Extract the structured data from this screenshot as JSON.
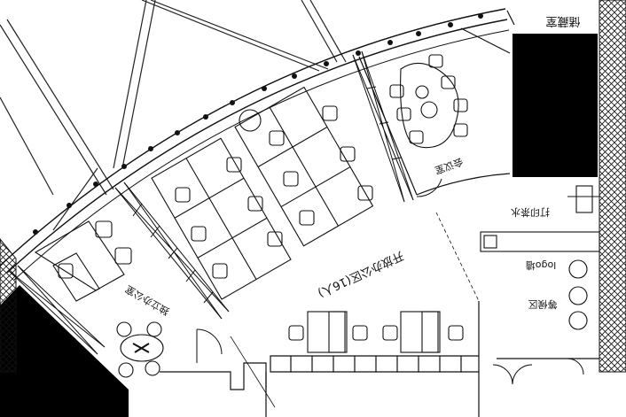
{
  "rooms": {
    "storage": "储藏室",
    "meeting": "会议室",
    "open_office": "开放办公区(16人)",
    "manager": "独立办公室",
    "print": "打印茶水",
    "logo_wall": "logo墙",
    "waiting": "等候区"
  },
  "colors": {
    "line": "#111111",
    "fill_dark": "#000000"
  }
}
